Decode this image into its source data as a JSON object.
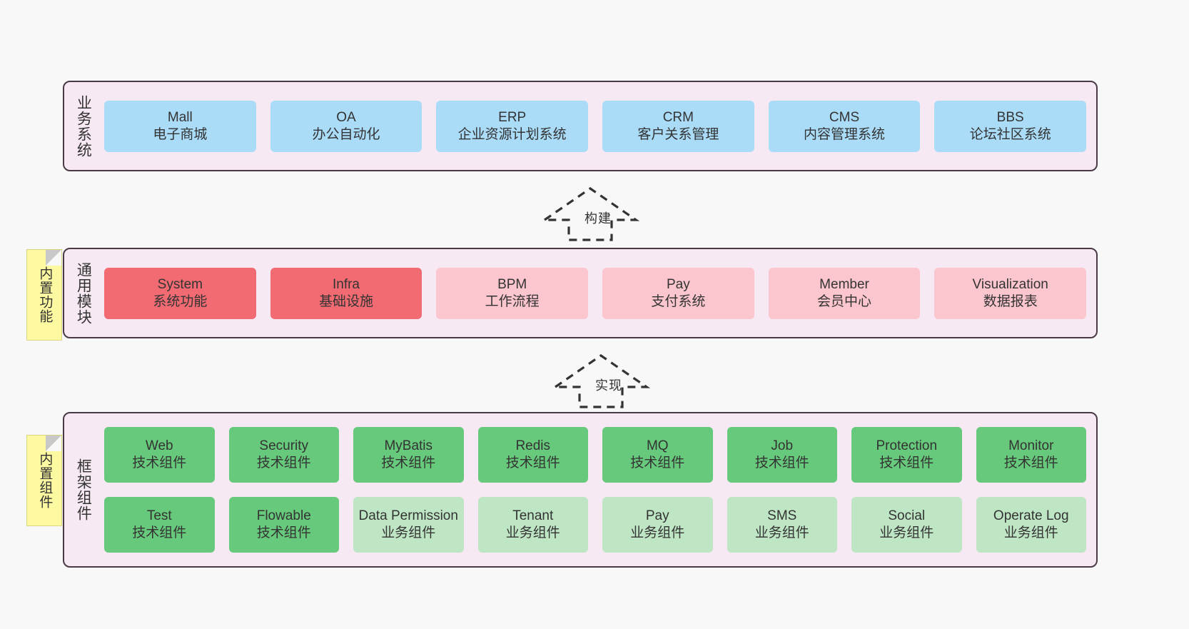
{
  "diagram": {
    "background_color": "#f8f8f8",
    "layer_fill": "#f7e9f3",
    "layer_border": "#4a3a46",
    "note_fill": "#fcf9a0"
  },
  "notes": [
    {
      "id": "builtin-functions",
      "label": "内置功能"
    },
    {
      "id": "builtin-components",
      "label": "内置组件"
    }
  ],
  "arrows": [
    {
      "id": "build",
      "label": "构建",
      "style": "dashed-hollow-up"
    },
    {
      "id": "implement",
      "label": "实现",
      "style": "dashed-hollow-up"
    }
  ],
  "layers": [
    {
      "id": "business-systems",
      "label": "业务系统",
      "rows": [
        {
          "cells": [
            {
              "title": "Mall",
              "subtitle": "电子商城",
              "color": "#aadcf8"
            },
            {
              "title": "OA",
              "subtitle": "办公自动化",
              "color": "#aadcf8"
            },
            {
              "title": "ERP",
              "subtitle": "企业资源计划系统",
              "color": "#aadcf8"
            },
            {
              "title": "CRM",
              "subtitle": "客户关系管理",
              "color": "#aadcf8"
            },
            {
              "title": "CMS",
              "subtitle": "内容管理系统",
              "color": "#aadcf8"
            },
            {
              "title": "BBS",
              "subtitle": "论坛社区系统",
              "color": "#aadcf8"
            }
          ]
        }
      ]
    },
    {
      "id": "common-modules",
      "label": "通用模块",
      "rows": [
        {
          "cells": [
            {
              "title": "System",
              "subtitle": "系统功能",
              "color": "#f26b72"
            },
            {
              "title": "Infra",
              "subtitle": "基础设施",
              "color": "#f26b72"
            },
            {
              "title": "BPM",
              "subtitle": "工作流程",
              "color": "#fbc6ce"
            },
            {
              "title": "Pay",
              "subtitle": "支付系统",
              "color": "#fbc6ce"
            },
            {
              "title": "Member",
              "subtitle": "会员中心",
              "color": "#fbc6ce"
            },
            {
              "title": "Visualization",
              "subtitle": "数据报表",
              "color": "#fbc6ce"
            }
          ]
        }
      ]
    },
    {
      "id": "framework-components",
      "label": "框架组件",
      "rows": [
        {
          "cells": [
            {
              "title": "Web",
              "subtitle": "技术组件",
              "color": "#67c97b"
            },
            {
              "title": "Security",
              "subtitle": "技术组件",
              "color": "#67c97b"
            },
            {
              "title": "MyBatis",
              "subtitle": "技术组件",
              "color": "#67c97b"
            },
            {
              "title": "Redis",
              "subtitle": "技术组件",
              "color": "#67c97b"
            },
            {
              "title": "MQ",
              "subtitle": "技术组件",
              "color": "#67c97b"
            },
            {
              "title": "Job",
              "subtitle": "技术组件",
              "color": "#67c97b"
            },
            {
              "title": "Protection",
              "subtitle": "技术组件",
              "color": "#67c97b"
            },
            {
              "title": "Monitor",
              "subtitle": "技术组件",
              "color": "#67c97b"
            }
          ]
        },
        {
          "cells": [
            {
              "title": "Test",
              "subtitle": "技术组件",
              "color": "#67c97b"
            },
            {
              "title": "Flowable",
              "subtitle": "技术组件",
              "color": "#67c97b"
            },
            {
              "title": "Data Permission",
              "subtitle": "业务组件",
              "color": "#bfe6c4"
            },
            {
              "title": "Tenant",
              "subtitle": "业务组件",
              "color": "#bfe6c4"
            },
            {
              "title": "Pay",
              "subtitle": "业务组件",
              "color": "#bfe6c4"
            },
            {
              "title": "SMS",
              "subtitle": "业务组件",
              "color": "#bfe6c4"
            },
            {
              "title": "Social",
              "subtitle": "业务组件",
              "color": "#bfe6c4"
            },
            {
              "title": "Operate Log",
              "subtitle": "业务组件",
              "color": "#bfe6c4"
            }
          ]
        }
      ]
    }
  ]
}
